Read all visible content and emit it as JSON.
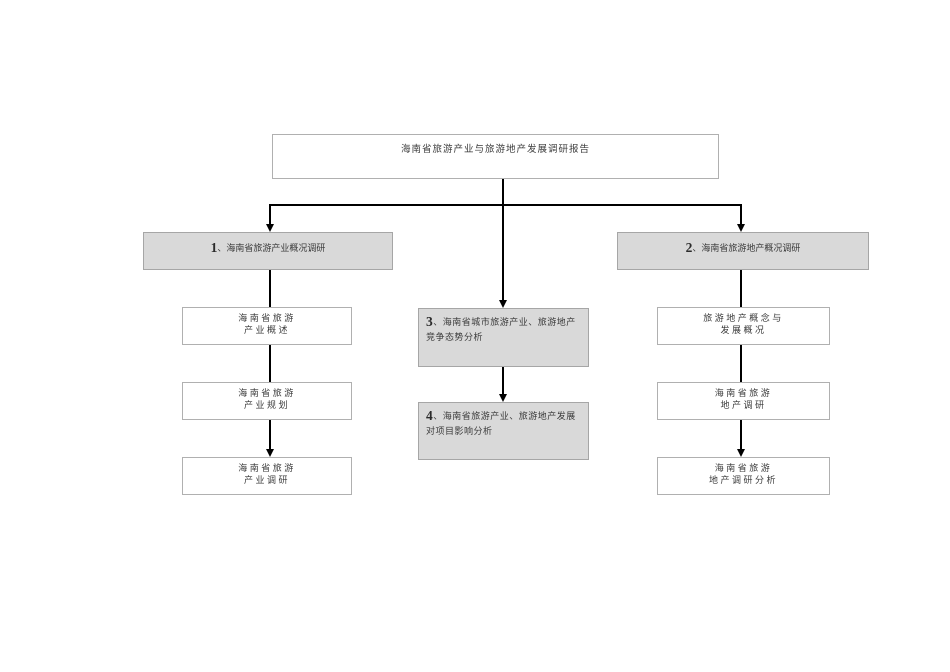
{
  "diagram": {
    "title": "海南省旅游产业与旅游地产发展调研报告",
    "node1": {
      "num": "1",
      "label": "、海南省旅游产业概况调研"
    },
    "node2": {
      "num": "2",
      "label": "、海南省旅游地产概况调研"
    },
    "node3": {
      "num": "3",
      "label": "、海南省城市旅游产业、旅游地产竞争态势分析"
    },
    "node4": {
      "num": "4",
      "label": "、海南省旅游产业、旅游地产发展对项目影响分析"
    },
    "left_column": [
      {
        "line1": "海南省旅游",
        "line2": "产业概述"
      },
      {
        "line1": "海南省旅游",
        "line2": "产业规划"
      },
      {
        "line1": "海南省旅游",
        "line2": "产业调研"
      }
    ],
    "right_column": [
      {
        "line1": "旅游地产概念与",
        "line2": "发展概况"
      },
      {
        "line1": "海南省旅游",
        "line2": "地产调研"
      },
      {
        "line1": "海南省旅游",
        "line2": "地产调研分析"
      }
    ],
    "colors": {
      "node_fill": "#d9d9d9",
      "node_border": "#a6a6a6",
      "white_box_border": "#b0b0b0",
      "connector": "#000000"
    }
  }
}
